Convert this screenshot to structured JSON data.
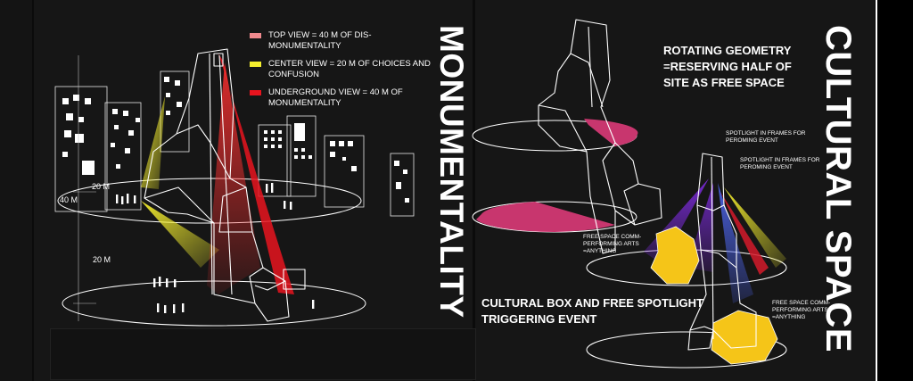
{
  "left_panel": {
    "title": "MONUMENTALITY",
    "legend": [
      {
        "label": "TOP VIEW = 40 M OF DIS-MONUMENTALITY",
        "color": "#f08a8e"
      },
      {
        "label": "CENTER VIEW = 20 M OF CHOICES AND CONFUSION",
        "color": "#f5ef2e"
      },
      {
        "label": "UNDERGROUND VIEW = 40 M OF MONUMENTALITY",
        "color": "#e8141e"
      }
    ],
    "dimensions": {
      "top": "20 M",
      "middle": "40 M",
      "bottom": "20 M"
    }
  },
  "right_panel": {
    "title": "CULTURAL SPACE",
    "rotating_note": "ROTATING GEOMETRY =RESERVING HALF OF SITE AS FREE SPACE",
    "spotlight_label_1": "SPOTLIGHT IN FRAMES FOR PEROMING EVENT",
    "spotlight_label_2": "SPOTLIGHT IN FRAMES FOR PEROMING EVENT",
    "free_space_1": "FREE SPACE COMM-PERFORMING ARTS =ANYTHING",
    "free_space_2": "FREE SPACE COMM-PERFORMING ARTS =ANYTHING",
    "bottom_note": "CULTURAL BOX AND FREE SPOTLIGHT TRIGGERING EVENT"
  },
  "colors": {
    "background": "#161616",
    "magenta_plane": "#c8366e",
    "yellow_block": "#f5c518",
    "spot_purple": "#7a2ad8",
    "spot_blue": "#4b62e6",
    "spot_yellow": "#e8e43a",
    "spot_red": "#d41a2a"
  }
}
